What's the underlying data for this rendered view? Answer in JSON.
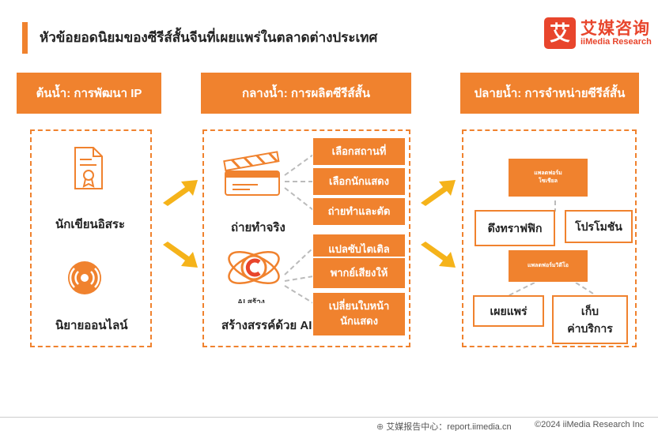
{
  "title": "หัวข้อยอดนิยมของซีรีส์สั้นจีนที่เผยแพร่ในตลาดต่างประเทศ",
  "brand": {
    "logo_char": "艾",
    "cn": "艾媒咨询",
    "en": "iiMedia Research"
  },
  "columns": {
    "upstream": {
      "header": "ต้นน้ำ: การพัฒนา IP",
      "items": [
        "นักเขียนอิสระ",
        "นิยายออนไลน์"
      ]
    },
    "midstream": {
      "header": "กลางน้ำ: การผลิตซีรีส์สั้น",
      "labels": [
        "ถ่ายทำจริง",
        "สร้างสรรค์ด้วย AI"
      ],
      "ai_caption": "AI สร้าง",
      "tags": [
        "เลือกสถานที่",
        "เลือกนักแสดง",
        "ถ่ายทำและตัด",
        "แปลซับไตเติล",
        "พากย์เสียงให้",
        "เปลี่ยนใบหน้า\nนักแสดง"
      ]
    },
    "downstream": {
      "header": "ปลายน้ำ: การจำหน่ายซีรีส์สั้น",
      "platform_top": "แพลตฟอร์ม\nโซเชียล",
      "platform_mid": "แพลตฟอร์มวิดีโอ",
      "boxes": [
        "ดึงทราฟฟิก",
        "โปรโมชัน",
        "เผยแพร่",
        "เก็บ\nค่าบริการ"
      ]
    }
  },
  "footer": {
    "source": "艾媒报告中心：report.iimedia.cn",
    "copyright": "©2024 iiMedia Research Inc"
  },
  "colors": {
    "accent": "#f0822e",
    "arrow": "#f5b31a"
  }
}
